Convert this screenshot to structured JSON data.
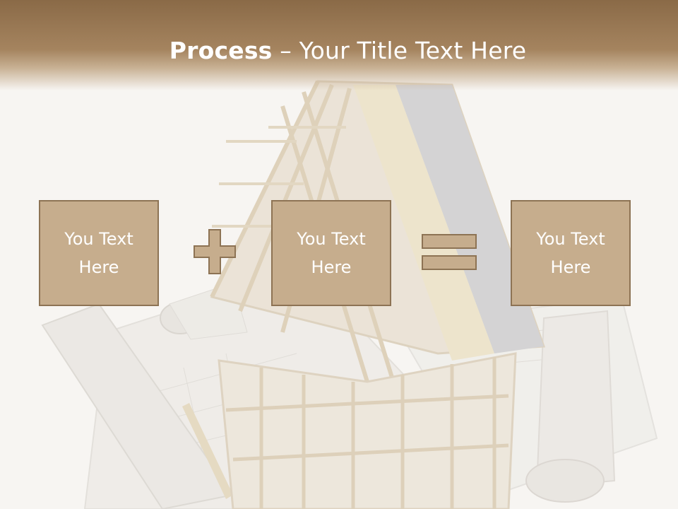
{
  "slide": {
    "title_bold": "Process",
    "title_rest": "– Your Title Text Here",
    "colors": {
      "header_brown": "#8a6a47",
      "box_fill": "#c6ad8d",
      "box_border": "#8d7354",
      "text": "#ffffff"
    }
  },
  "process": {
    "boxes": [
      {
        "label": "You Text Here"
      },
      {
        "label": "You Text Here"
      },
      {
        "label": "You Text Here"
      }
    ],
    "operators": [
      "plus-icon",
      "equals-icon"
    ]
  }
}
